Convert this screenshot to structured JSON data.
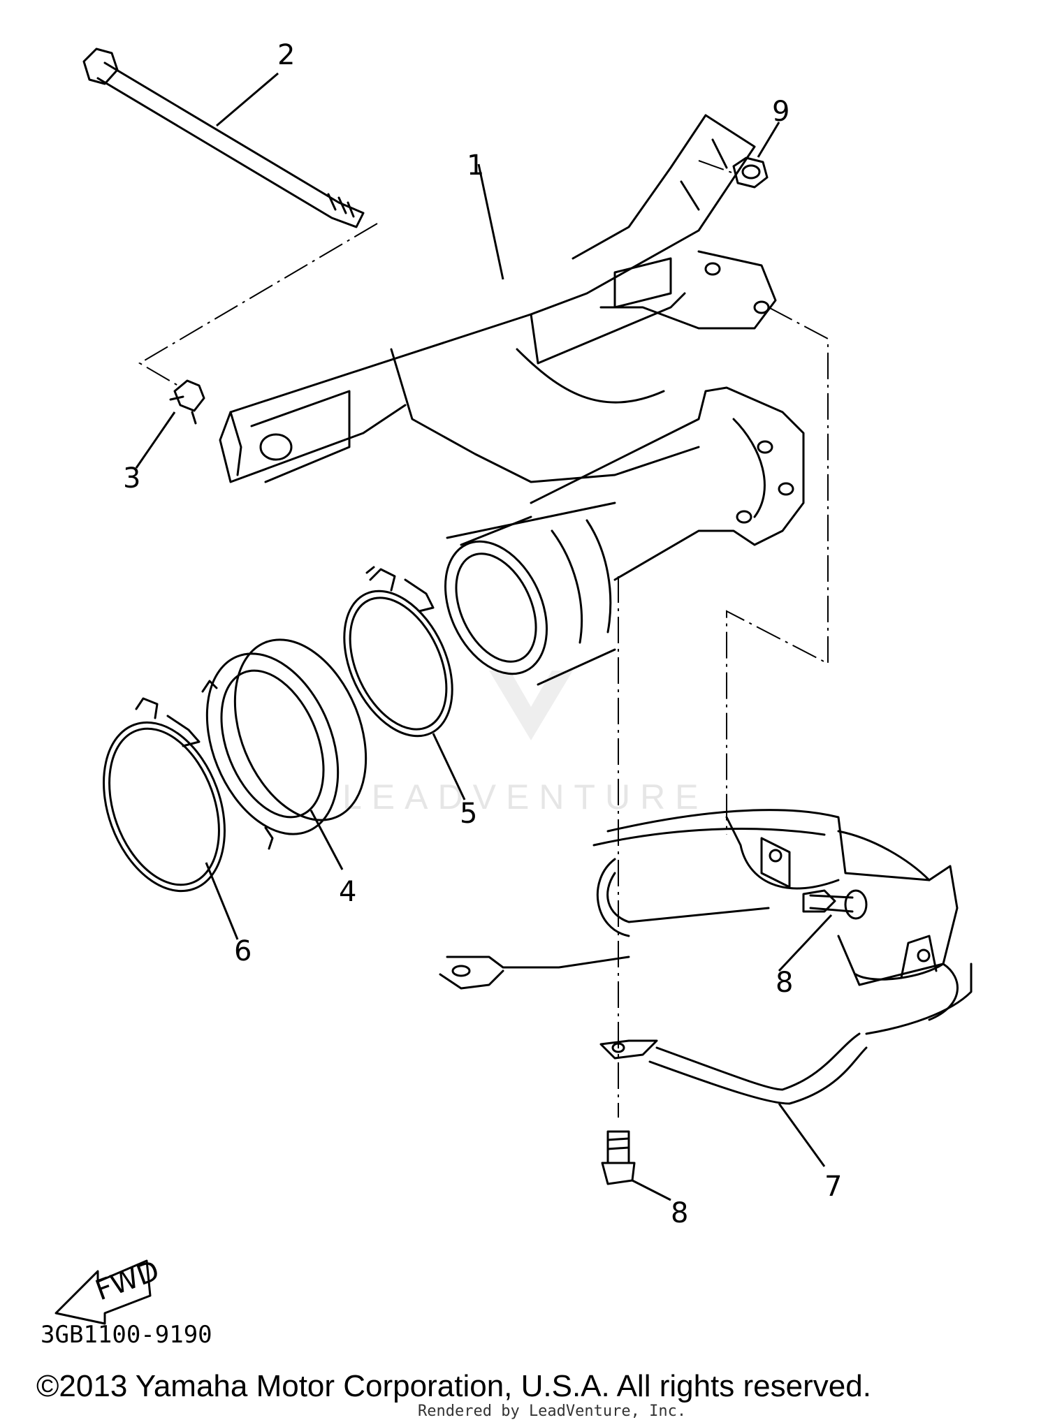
{
  "callouts": {
    "c1": "1",
    "c2": "2",
    "c3": "3",
    "c4": "4",
    "c5": "5",
    "c6": "6",
    "c7": "7",
    "c8a": "8",
    "c8b": "8",
    "c9": "9"
  },
  "fwd_label": "FWD",
  "part_code": "3GB1100-9190",
  "watermark": "LEADVENTURE",
  "copyright": "©2013 Yamaha Motor Corporation, U.S.A. All rights reserved.",
  "rendered_by": "Rendered by LeadVenture, Inc."
}
